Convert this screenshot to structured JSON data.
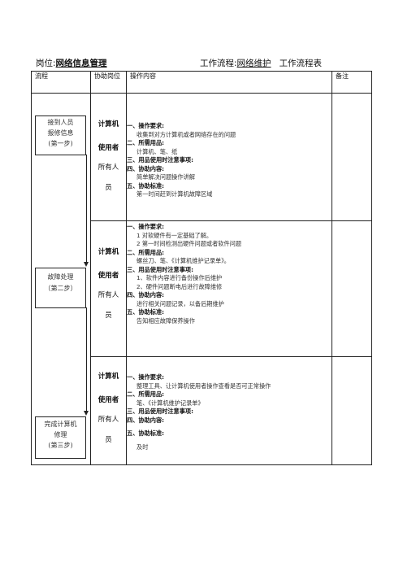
{
  "header": {
    "post_label": "岗位:",
    "post_value": "网络信息管理",
    "flow_label": "工作流程:",
    "flow_value": "网络维护",
    "flow_suffix": "工作流程表"
  },
  "table": {
    "columns": [
      "流程",
      "协助岗位",
      "操作内容",
      "备注"
    ],
    "rows": [
      {
        "step_lines": [
          "接到人员",
          "报修信息",
          "(第一步)"
        ],
        "assist": [
          "计算机",
          "使用者",
          "所有人",
          "员"
        ],
        "sections": [
          {
            "title": "一、操作要求:",
            "lines": [
              "收集到对方计算机或者网络存在的问题"
            ]
          },
          {
            "title": "二、所需用品:",
            "lines": [
              "计算机、笔、纸"
            ]
          },
          {
            "title": "三、用品使用时注意事项:",
            "lines": []
          },
          {
            "title": "四、协助内容:",
            "lines": [
              "简单解决问题操作讲解"
            ]
          },
          {
            "title": "五、协助标准:",
            "lines": [
              "第一时间赶到计算机故障区域"
            ]
          }
        ]
      },
      {
        "step_lines": [
          "故障处理",
          "（第二步）"
        ],
        "assist": [
          "计算机",
          "使用者",
          "所有人",
          "员"
        ],
        "sections": [
          {
            "title": "一、操作要求:",
            "lines": [
              "1 对软硬件有一定基础了解。",
              "2 第一时间检测出硬件问题或者软件问题"
            ]
          },
          {
            "title": "二、所需用品:",
            "lines": [
              "螺丝刀、笔、《计算机维护记录单》。"
            ]
          },
          {
            "title": "三、用品使用时注意事项:",
            "lines": [
              "1、软件内容进行备份操作后维护",
              "2、硬件问题断电后进行故障维修"
            ]
          },
          {
            "title": "四、协助内容:",
            "lines": [
              "进行相关问题记录，以备后期维护"
            ]
          },
          {
            "title": "五、协助标准:",
            "lines": [
              "告知相应故障保养操作"
            ]
          }
        ]
      },
      {
        "step_lines": [
          "完成计算机",
          "修理",
          "(第三步)"
        ],
        "assist": [
          "计算机",
          "使用者",
          "所有人",
          "员"
        ],
        "sections": [
          {
            "title": "一、操作要求:",
            "lines": [
              "整理工具、让计算机使用者操作查看是否可正常操作"
            ]
          },
          {
            "title": "二、所需用品:",
            "lines": [
              "笔、《计算机维护记录单》"
            ]
          },
          {
            "title": "三、用品使用时注意事项:",
            "lines": []
          },
          {
            "title": "四、协助内容:",
            "lines": []
          },
          {
            "title": "五、协助标准:",
            "lines": [
              "及时"
            ]
          }
        ]
      }
    ]
  }
}
